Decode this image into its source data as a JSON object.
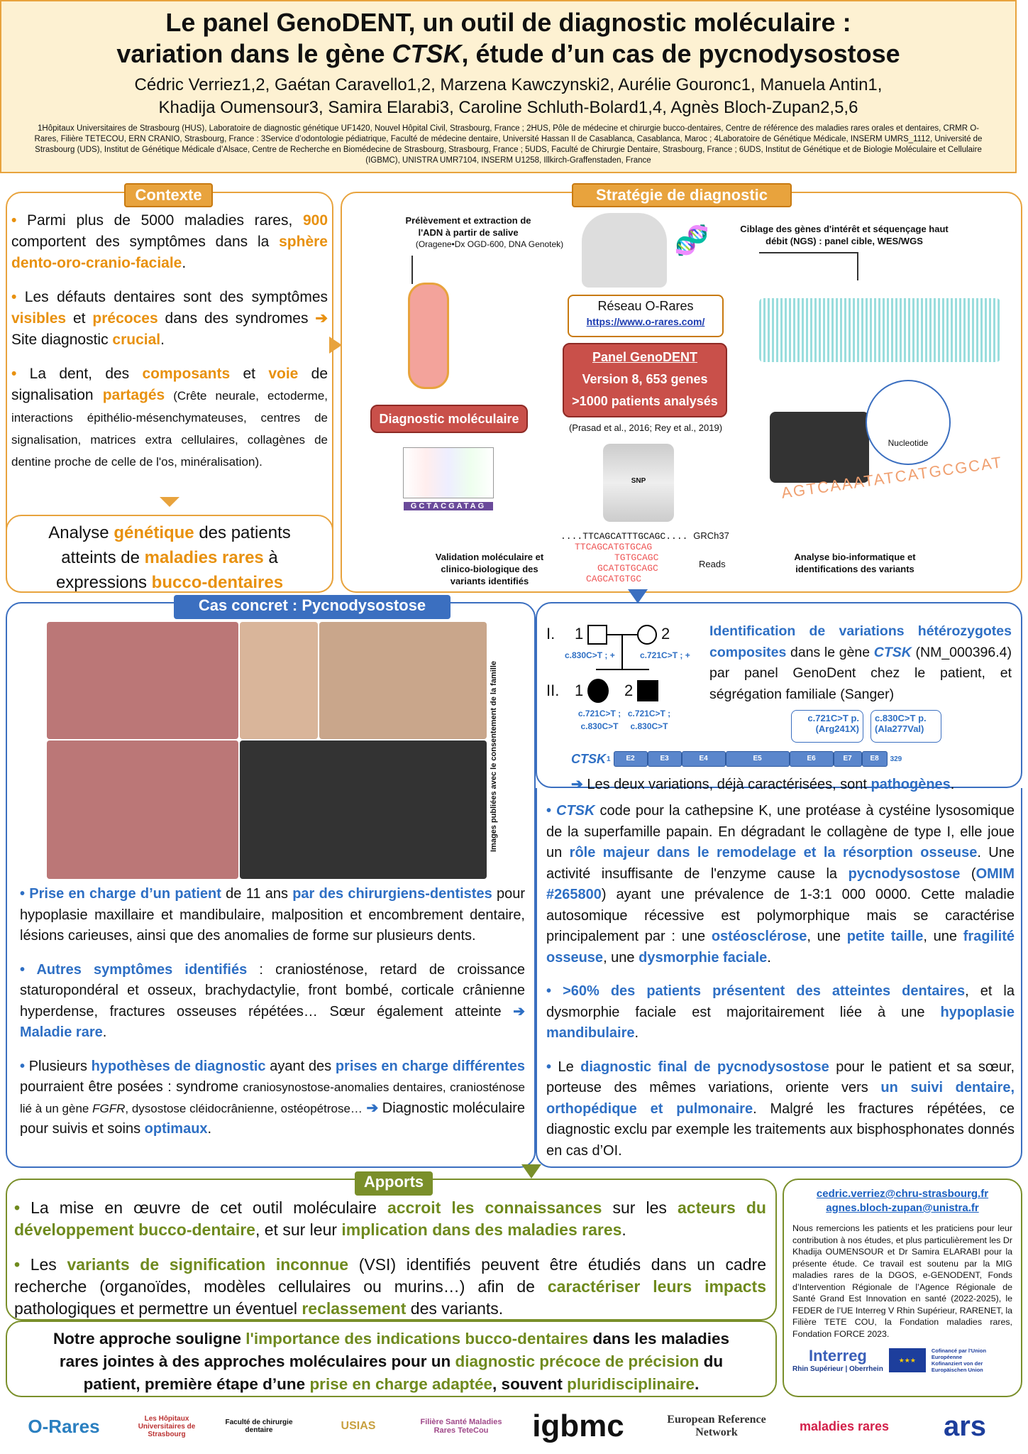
{
  "header": {
    "title_line1": "Le panel GenoDENT, un outil de diagnostic moléculaire :",
    "title_line2_a": "variation dans le gène ",
    "title_line2_gene": "CTSK",
    "title_line2_b": ", étude d’un cas de pycnodysostose",
    "authors_line1": "Cédric Verriez1,2, Gaétan Caravello1,2, Marzena Kawczynski2, Aurélie Gouronc1, Manuela Antin1,",
    "authors_line2": "Khadija Oumensour3, Samira Elarabi3, Caroline Schluth-Bolard1,4, Agnès Bloch-Zupan2,5,6",
    "affiliations": "1Hôpitaux Universitaires de Strasbourg (HUS), Laboratoire de diagnostic génétique UF1420, Nouvel Hôpital Civil, Strasbourg, France ; 2HUS, Pôle de médecine et chirurgie bucco-dentaires, Centre de référence des maladies rares orales et dentaires, CRMR O-Rares, Filière TETECOU, ERN CRANIO, Strasbourg, France : 3Service d’odontologie pédiatrique, Faculté de médecine dentaire, Université Hassan II de Casablanca, Casablanca, Maroc ; 4Laboratoire de Génétique Médicale, INSERM UMRS_1112, Université de Strasbourg (UDS), Institut de Génétique Médicale d’Alsace, Centre de Recherche en Biomédecine de Strasbourg, Strasbourg, France ; 5UDS, Faculté de Chirurgie Dentaire, Strasbourg, France ; 6UDS, Institut de Génétique et de Biologie Moléculaire et Cellulaire (IGBMC), UNISTRA UMR7104, INSERM U1258, Illkirch-Graffenstaden, France"
  },
  "contexte": {
    "label": "Contexte",
    "paragraphs": [
      [
        [
          "n",
          "Parmi plus de 5000 maladies rares, "
        ],
        [
          "o",
          "900"
        ],
        [
          "n",
          " comportent des symptômes dans la "
        ],
        [
          "o",
          "sphère dento-oro-cranio-faciale"
        ],
        [
          "n",
          "."
        ]
      ],
      [
        [
          "n",
          "Les défauts dentaires sont des symptômes "
        ],
        [
          "o",
          "visibles"
        ],
        [
          "n",
          " et "
        ],
        [
          "o",
          "précoces"
        ],
        [
          "n",
          " dans des syndromes "
        ],
        [
          "o",
          "➔"
        ],
        [
          "n",
          " Site diagnostic "
        ],
        [
          "o",
          "crucial"
        ],
        [
          "n",
          "."
        ]
      ],
      [
        [
          "n",
          "La dent, des "
        ],
        [
          "o",
          "composants"
        ],
        [
          "n",
          " et "
        ],
        [
          "o",
          "voie"
        ],
        [
          "n",
          " de signalisation "
        ],
        [
          "o",
          "partagés"
        ],
        [
          "sm",
          " (Crête neurale, ectoderme, interactions épithélio-mésenchymateuses, centres de signalisation, matrices extra cellulaires, collagènes de dentine proche de celle de l'os, minéralisation)."
        ]
      ]
    ],
    "summary": [
      [
        "n",
        "Analyse "
      ],
      [
        "o",
        "génétique"
      ],
      [
        "n",
        " des patients atteints de "
      ],
      [
        "o",
        "maladies rares"
      ],
      [
        "n",
        " à expressions "
      ],
      [
        "o",
        "bucco-dentaires"
      ]
    ]
  },
  "strategie": {
    "label": "Stratégie de diagnostic",
    "step_prelevement": "Prélèvement et extraction de l'ADN à partir de salive",
    "step_prelevement_kit": "(Oragene•Dx OGD-600, DNA Genotek)",
    "step_ciblage": "Ciblage des gènes d'intérêt et séquençage haut débit (NGS) : panel cible, WES/WGS",
    "reseau": "Réseau O-Rares",
    "reseau_url": "https://www.o-rares.com/",
    "panel_title": "Panel GenoDENT",
    "panel_version": "Version 8, 653 genes",
    "panel_patients": ">1000 patients analysés",
    "panel_ref": "(Prasad et al., 2016; Rey et al., 2019)",
    "diag_mol": "Diagnostic moléculaire",
    "sanger_bases": "GCTACGATAG",
    "snp": "SNP",
    "nucleotide": "Nucleotide",
    "ngs_seq": "AGTCAAATATCATGCGCAT",
    "ref_seq": "....TTCAGCATTTGCAGC....",
    "ref_label": "GRCh37",
    "reads": [
      "TTCAGCATGTGCAG",
      "TGTGCAGC",
      "GCATGTGCAGC",
      "CAGCATGTGC"
    ],
    "reads_label": "Reads",
    "step_validation": "Validation moléculaire et clinico-biologique des variants identifiés",
    "step_analyse": "Analyse bio-informatique et identifications des variants"
  },
  "cas": {
    "label": "Cas concret : Pycnodysostose",
    "photo_caption": "Images publiées avec le consentement de la famille",
    "paragraphs": [
      [
        [
          "b",
          "Prise en charge d’un patient"
        ],
        [
          "n",
          " de 11 ans "
        ],
        [
          "b",
          "par des chirurgiens-dentistes"
        ],
        [
          "n",
          " pour hypoplasie maxillaire et mandibulaire, malposition et encombrement dentaire, lésions carieuses, ainsi que des anomalies de forme sur plusieurs dents."
        ]
      ],
      [
        [
          "b",
          "Autres symptômes identifiés"
        ],
        [
          "n",
          " : craniosténose, retard de croissance staturopondéral et osseux, brachydactylie, front bombé, corticale crânienne hyperdense, fractures osseuses répétées… Sœur également atteinte "
        ],
        [
          "b",
          "➔ Maladie rare"
        ],
        [
          "n",
          "."
        ]
      ],
      [
        [
          "n",
          "Plusieurs "
        ],
        [
          "b",
          "hypothèses de diagnostic"
        ],
        [
          "n",
          " ayant des "
        ],
        [
          "b",
          "prises en charge différentes"
        ],
        [
          "n",
          " pourraient être posées : syndrome "
        ],
        [
          "sm",
          "craniosynostose-anomalies dentaires, craniosténose lié à un gène "
        ],
        [
          "smi",
          "FGFR"
        ],
        [
          "sm",
          ", dysostose cléidocrânienne, ostéopétrose…"
        ],
        [
          "b",
          " ➔"
        ],
        [
          "n",
          " Diagnostic moléculaire pour suivis et soins "
        ],
        [
          "b",
          "optimaux"
        ],
        [
          "n",
          "."
        ]
      ]
    ]
  },
  "pedigree": {
    "gen1": "I.",
    "gen2": "II.",
    "i1": "1",
    "i2": "2",
    "ii1": "1",
    "ii2": "2",
    "i1_geno": "c.830C>T ; +",
    "i2_geno": "c.721C>T ; +",
    "ii1_geno": "c.721C>T ; c.830C>T",
    "ii2_geno": "c.721C>T ; c.830C>T",
    "text": [
      [
        "b",
        "Identification de variations hétérozygotes composites"
      ],
      [
        "n",
        " dans le gène "
      ],
      [
        "bi",
        "CTSK"
      ],
      [
        "n",
        " (NM_000396.4) par panel GenoDent chez le patient, et ségrégation familiale (Sanger)"
      ]
    ],
    "gene": "CTSK",
    "start": "1",
    "end": "329",
    "exons": [
      "E2",
      "E3",
      "E4",
      "E5",
      "E6",
      "E7",
      "E8"
    ],
    "var1": "c.721C>T p.(Arg241X)",
    "var2": "c.830C>T p.(Ala277Val)",
    "conclusion": [
      [
        "b",
        "➔"
      ],
      [
        "n",
        " Les deux variations, déjà caractérisées, sont "
      ],
      [
        "b",
        "pathogènes"
      ],
      [
        "n",
        "."
      ]
    ]
  },
  "discussion": {
    "paragraphs": [
      [
        [
          "bi",
          "CTSK"
        ],
        [
          "n",
          " code pour la cathepsine K, une protéase à cystéine lysosomique de la superfamille papain. En dégradant le collagène de type I, elle joue un "
        ],
        [
          "b",
          "rôle majeur dans le remodelage et la résorption osseuse"
        ],
        [
          "n",
          ". Une activité insuffisante de l'enzyme cause la "
        ],
        [
          "b",
          "pycnodysostose"
        ],
        [
          "n",
          " ("
        ],
        [
          "b",
          "OMIM #265800"
        ],
        [
          "n",
          ") ayant une prévalence de 1-3:1 000 0000. Cette maladie autosomique récessive est polymorphique mais se caractérise principalement par : une "
        ],
        [
          "b",
          "ostéosclérose"
        ],
        [
          "n",
          ", une "
        ],
        [
          "b",
          "petite taille"
        ],
        [
          "n",
          ", une "
        ],
        [
          "b",
          "fragilité osseuse"
        ],
        [
          "n",
          ", une "
        ],
        [
          "b",
          "dysmorphie faciale"
        ],
        [
          "n",
          "."
        ]
      ],
      [
        [
          "b",
          ">60% des patients présentent des atteintes dentaires"
        ],
        [
          "n",
          ", et la dysmorphie faciale est majoritairement liée à une "
        ],
        [
          "b",
          "hypoplasie mandibulaire"
        ],
        [
          "n",
          "."
        ]
      ],
      [
        [
          "n",
          "Le "
        ],
        [
          "b",
          "diagnostic final de pycnodysostose"
        ],
        [
          "n",
          " pour le patient et sa sœur, porteuse des mêmes variations, oriente vers "
        ],
        [
          "b",
          "un suivi dentaire, orthopédique et pulmonaire"
        ],
        [
          "n",
          ". Malgré les fractures répétées, ce diagnostic exclu par exemple les traitements aux bisphosphonates donnés en cas d’OI."
        ]
      ]
    ]
  },
  "apports": {
    "label": "Apports",
    "paragraphs": [
      [
        [
          "n",
          "La mise en œuvre de cet outil moléculaire "
        ],
        [
          "g",
          "accroit les connaissances"
        ],
        [
          "n",
          " sur les "
        ],
        [
          "g",
          "acteurs du développement bucco-dentaire"
        ],
        [
          "n",
          ", et sur leur "
        ],
        [
          "g",
          "implication dans des maladies rares"
        ],
        [
          "n",
          "."
        ]
      ],
      [
        [
          "n",
          "Les "
        ],
        [
          "g",
          "variants de signification inconnue"
        ],
        [
          "n",
          " (VSI) identifiés peuvent être étudiés dans un cadre recherche (organoïdes, modèles cellulaires ou murins…) afin de "
        ],
        [
          "g",
          "caractériser leurs impacts"
        ],
        [
          "n",
          " pathologiques et permettre un éventuel "
        ],
        [
          "g",
          "reclassement"
        ],
        [
          "n",
          " des variants."
        ]
      ]
    ],
    "conclusion": [
      [
        "n",
        "Notre approche souligne "
      ],
      [
        "gn",
        "l'importance des indications bucco-dentaires"
      ],
      [
        "n",
        " dans les maladies rares jointes à des approches moléculaires pour un "
      ],
      [
        "gn",
        "diagnostic précoce de précision"
      ],
      [
        "n",
        " du patient, première étape d’une "
      ],
      [
        "gn",
        "prise en charge adaptée"
      ],
      [
        "n",
        ", souvent "
      ],
      [
        "gn",
        "pluridisciplinaire"
      ],
      [
        "n",
        "."
      ]
    ]
  },
  "contact": {
    "email1": "cedric.verriez@chru-strasbourg.fr",
    "email2": "agnes.bloch-zupan@unistra.fr",
    "thanks": "Nous remercions les patients et les praticiens pour leur contribution à nos études, et plus particulièrement les Dr Khadija OUMENSOUR et Dr Samira ELARABI pour la présente étude. Ce travail est soutenu par la MIG maladies rares de la DGOS, e-GENODENT, Fonds d’Intervention Régionale de l’Agence Régionale de Santé Grand Est Innovation en santé (2022-2025), le FEDER de l’UE Interreg V Rhin Supérieur, RARENET, la Filière TETE COU, la Fondation maladies rares, Fondation FORCE 2023.",
    "interreg": "Interreg",
    "interreg_sub": "Rhin Supérieur | Oberrhein",
    "eu_text": "Cofinancé par l'Union Européenne Kofinanziert von der Europäischen Union"
  },
  "logos": [
    "O-Rares",
    "Les Hôpitaux Universitaires de Strasbourg",
    "Faculté de chirurgie dentaire",
    "USIAS",
    "Filière Santé Maladies Rares TeteCou",
    "igbmc",
    "European Reference Network",
    "maladies rares",
    "ars"
  ],
  "colors": {
    "orange": "#e8a33d",
    "blue": "#3b6fc0",
    "green": "#7a8f2a",
    "red": "#c9504a"
  }
}
